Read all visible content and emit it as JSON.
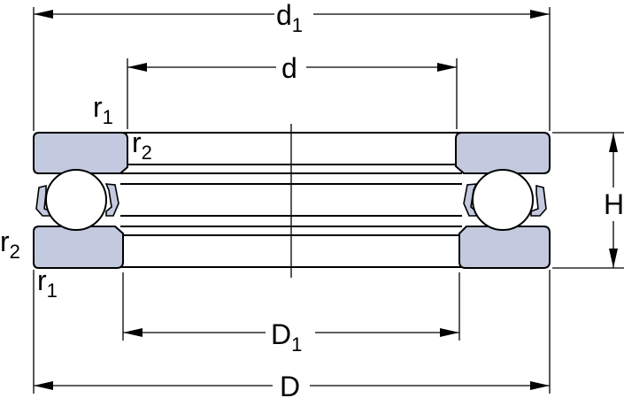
{
  "dimensions": {
    "d1": {
      "symbol": "d",
      "subscript": "1"
    },
    "d": {
      "symbol": "d",
      "subscript": ""
    },
    "D1": {
      "symbol": "D",
      "subscript": "1"
    },
    "D": {
      "symbol": "D",
      "subscript": ""
    },
    "H": {
      "symbol": "H",
      "subscript": ""
    },
    "r1_top": {
      "symbol": "r",
      "subscript": "1"
    },
    "r2_top": {
      "symbol": "r",
      "subscript": "2"
    },
    "r2_left": {
      "symbol": "r",
      "subscript": "2"
    },
    "r1_bottom": {
      "symbol": "r",
      "subscript": "1"
    }
  },
  "colors": {
    "ring_fill": "#c3cadf",
    "outline": "#000000",
    "background": "#ffffff"
  }
}
